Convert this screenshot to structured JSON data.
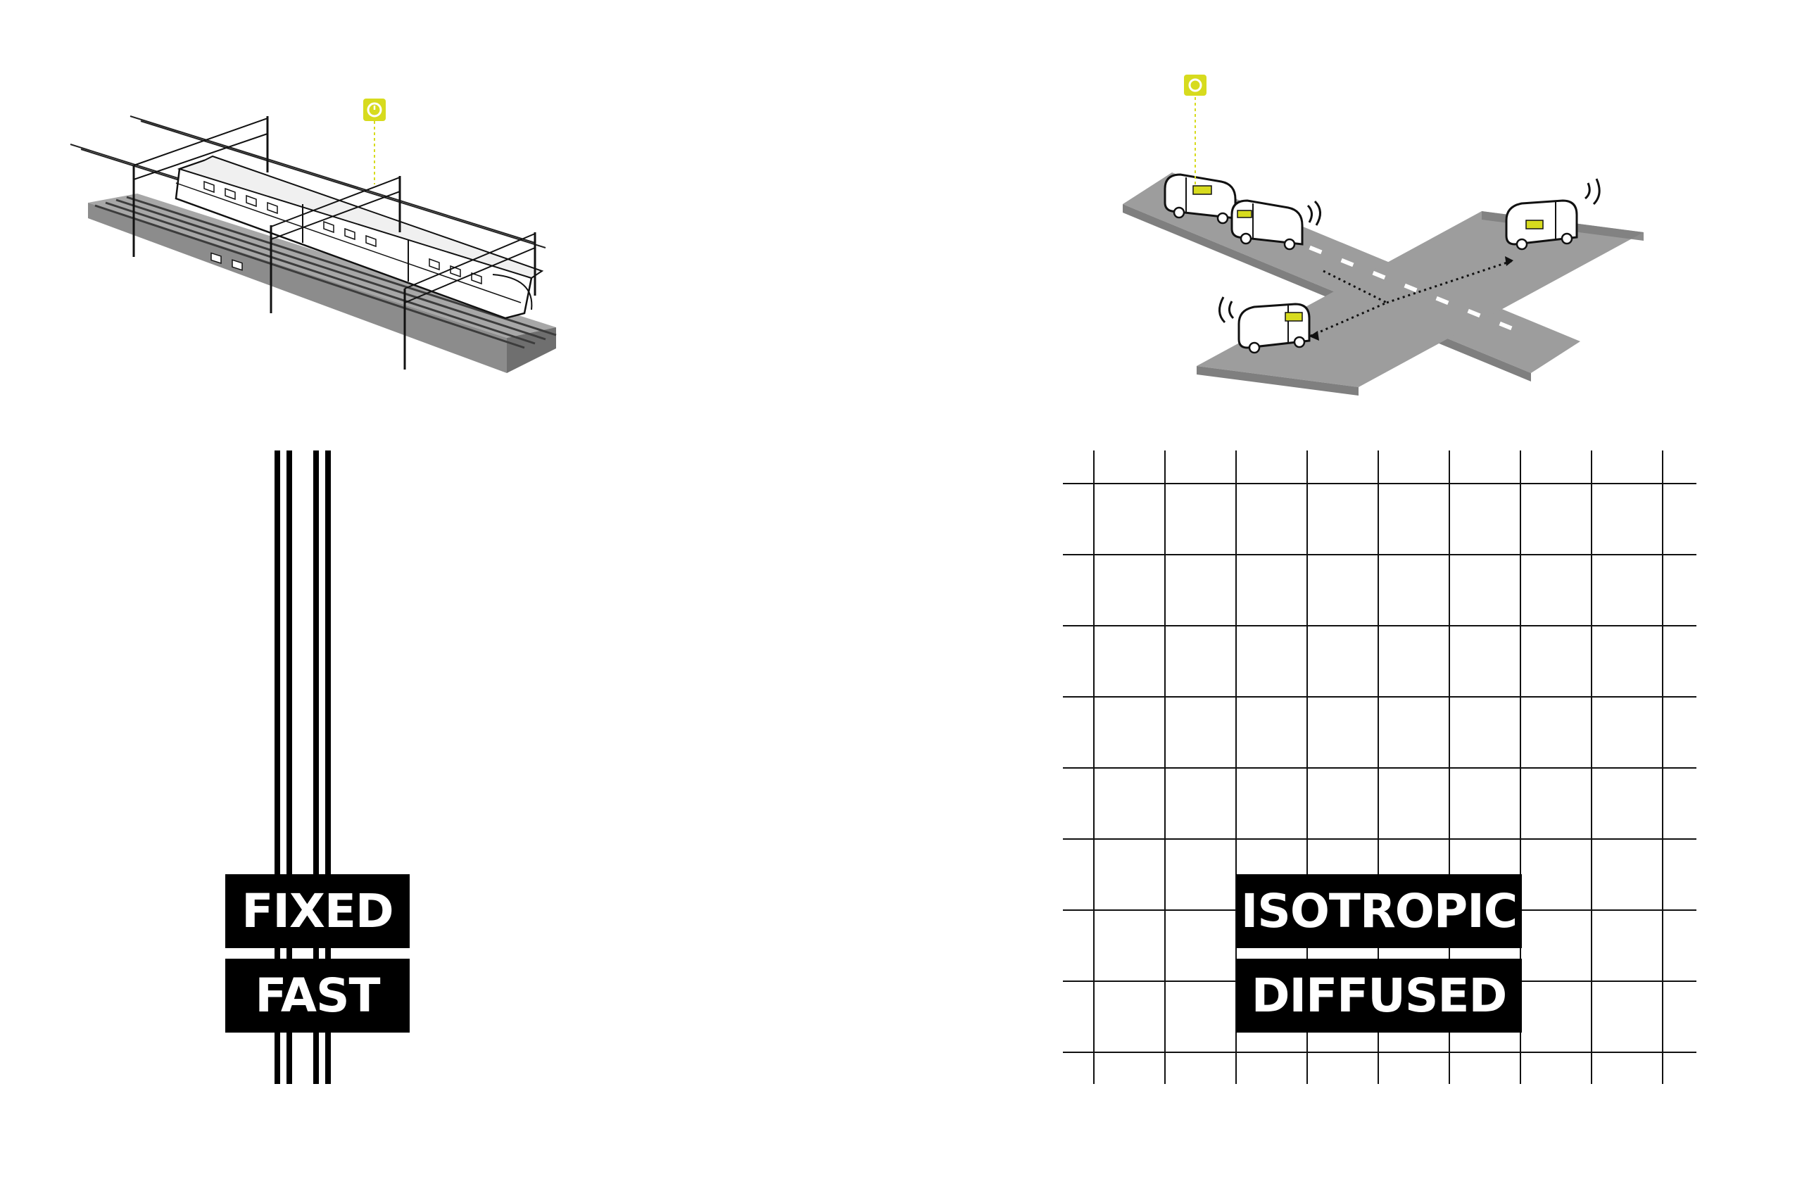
{
  "left": {
    "illustration": "train-on-tracks",
    "labels": {
      "top": "FIXED",
      "bottom": "FAST"
    }
  },
  "right": {
    "illustration": "autonomous-vans-at-intersection",
    "labels": {
      "top": "ISOTROPIC",
      "bottom": "DIFFUSED"
    }
  },
  "colors": {
    "accent": "#d7db1e",
    "ground": "#9a9a9a",
    "ink": "#000000",
    "background": "#ffffff"
  },
  "icons": [
    "clock-icon",
    "wifi-signal-icon"
  ]
}
